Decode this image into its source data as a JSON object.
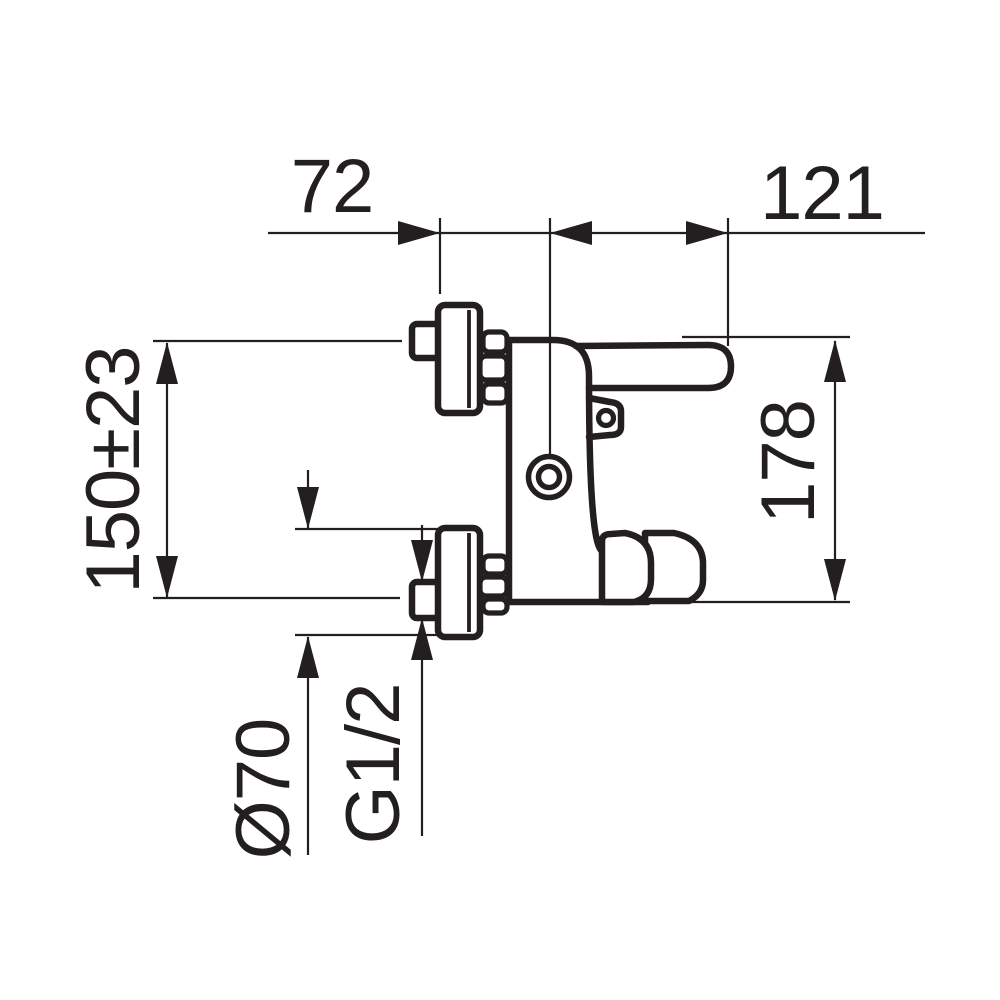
{
  "drawing": {
    "subject": "wall-mounted-bath-mixer-tap-side-view-dimension-drawing",
    "background_color": "#ffffff",
    "ink_color": "#231f20",
    "labels": {
      "width_left": "72",
      "width_right": "121",
      "height_left": "150±23",
      "height_right": "178",
      "flange_diameter": "Ø70",
      "connection_thread": "G1/2"
    }
  }
}
